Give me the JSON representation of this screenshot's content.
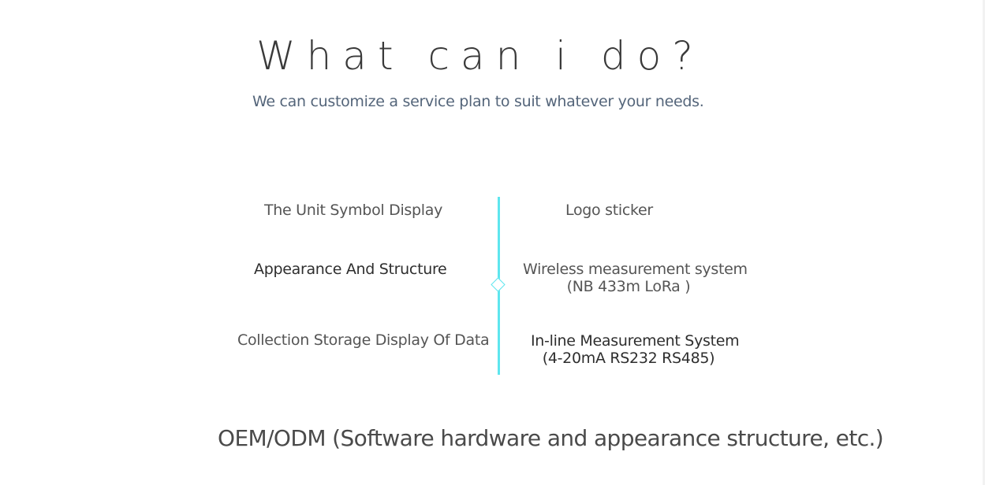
{
  "header": {
    "title": "What can i do?",
    "subtitle": "We can customize a service plan to suit whatever your needs."
  },
  "services": {
    "left": [
      {
        "label": "The Unit Symbol Display"
      },
      {
        "label": "Appearance And Structure"
      },
      {
        "label": "Collection  Storage  Display  Of Data"
      }
    ],
    "right": [
      {
        "label": "Logo sticker",
        "detail": ""
      },
      {
        "label": "Wireless measurement system",
        "detail": "(NB  433m   LoRa )"
      },
      {
        "label": "In-line Measurement System",
        "detail": "(4-20mA RS232  RS485)"
      }
    ]
  },
  "footer": {
    "text": "OEM/ODM (Software hardware and appearance structure, etc.)"
  },
  "colors": {
    "accent": "#5ee6ee",
    "title": "#3a3a3a",
    "subtitle": "#54657a",
    "text": "#555555"
  }
}
